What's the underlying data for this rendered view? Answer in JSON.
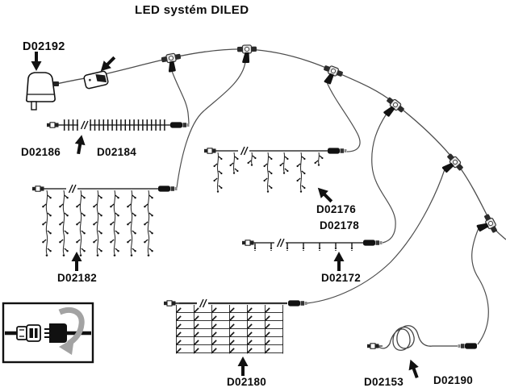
{
  "title": "LED systém DILED",
  "colors": {
    "ink": "#0b0b0b",
    "cable": "#4d4d4d",
    "swoosh_gray": "#a3a3a3"
  },
  "parts": {
    "power_adapter": {
      "code": "D02192",
      "icon": "power-adapter-icon"
    },
    "string_lights": {
      "codes": [
        "D02186",
        "D02184"
      ],
      "icon": "string-lights-icon"
    },
    "icicle_lights": {
      "codes": [
        "D02176",
        "D02178"
      ],
      "icon": "icicle-lights-icon"
    },
    "curtain_lights": {
      "code": "D02182",
      "icon": "curtain-lights-icon"
    },
    "simple_string": {
      "code": "D02172",
      "icon": "led-string-icon"
    },
    "net_lights": {
      "code": "D02180",
      "icon": "net-lights-icon"
    },
    "extension_cables": {
      "codes": [
        "D02153",
        "D02190"
      ],
      "icon": "coiled-cable-icon"
    }
  }
}
